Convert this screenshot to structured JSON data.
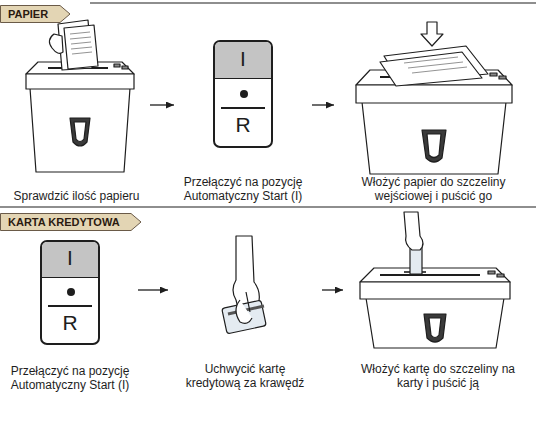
{
  "diagram": {
    "nodes": [
      {
        "text": [
          "PAPIER"
        ]
      },
      {
        "text": [
          "Sprawdzić ilość papieru"
        ]
      },
      {
        "text": [
          "I",
          "R",
          "Przełączyć na pozycję Automatyczny Start (I)"
        ]
      },
      {
        "text": [
          "Włożyć papier do szczeliny wejściowej i puścić go"
        ]
      },
      {
        "text": [
          "KARTA KREDYTOWA"
        ]
      },
      {
        "text": [
          "I",
          "R",
          "Przełączyć na pozycję Automatyczny Start (I)"
        ]
      },
      {
        "text": [
          "Uchwycić kartę kredytową za krawędź"
        ]
      },
      {
        "text": [
          "Włożyć kartę do szczeliny na karty i puścić ją"
        ]
      }
    ],
    "edges": [
      {
        "from": 1,
        "to": 2,
        "arrow": "to"
      },
      {
        "from": 2,
        "to": 3,
        "arrow": "to"
      },
      {
        "from": 5,
        "to": 6,
        "arrow": "to"
      },
      {
        "from": 6,
        "to": 7,
        "arrow": "to"
      }
    ]
  }
}
